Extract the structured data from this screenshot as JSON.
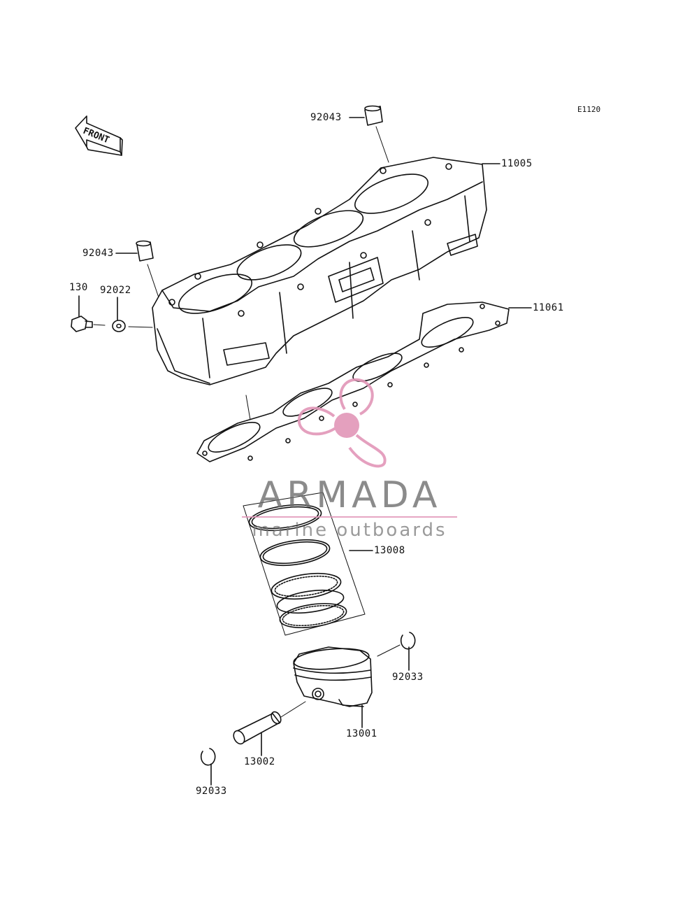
{
  "diagram_code": "E1120",
  "front_label": "FRONT",
  "brand": {
    "name": "ARMADA",
    "tagline": "marine outboards",
    "accent_color": "#e296b8"
  },
  "parts": [
    {
      "id": "92043-top",
      "number": "92043"
    },
    {
      "id": "11005",
      "number": "11005"
    },
    {
      "id": "92043-left",
      "number": "92043"
    },
    {
      "id": "130",
      "number": "130"
    },
    {
      "id": "92022",
      "number": "92022"
    },
    {
      "id": "11061",
      "number": "11061"
    },
    {
      "id": "13008",
      "number": "13008"
    },
    {
      "id": "92033-right",
      "number": "92033"
    },
    {
      "id": "13001",
      "number": "13001"
    },
    {
      "id": "13002",
      "number": "13002"
    },
    {
      "id": "92033-bottom",
      "number": "92033"
    }
  ]
}
